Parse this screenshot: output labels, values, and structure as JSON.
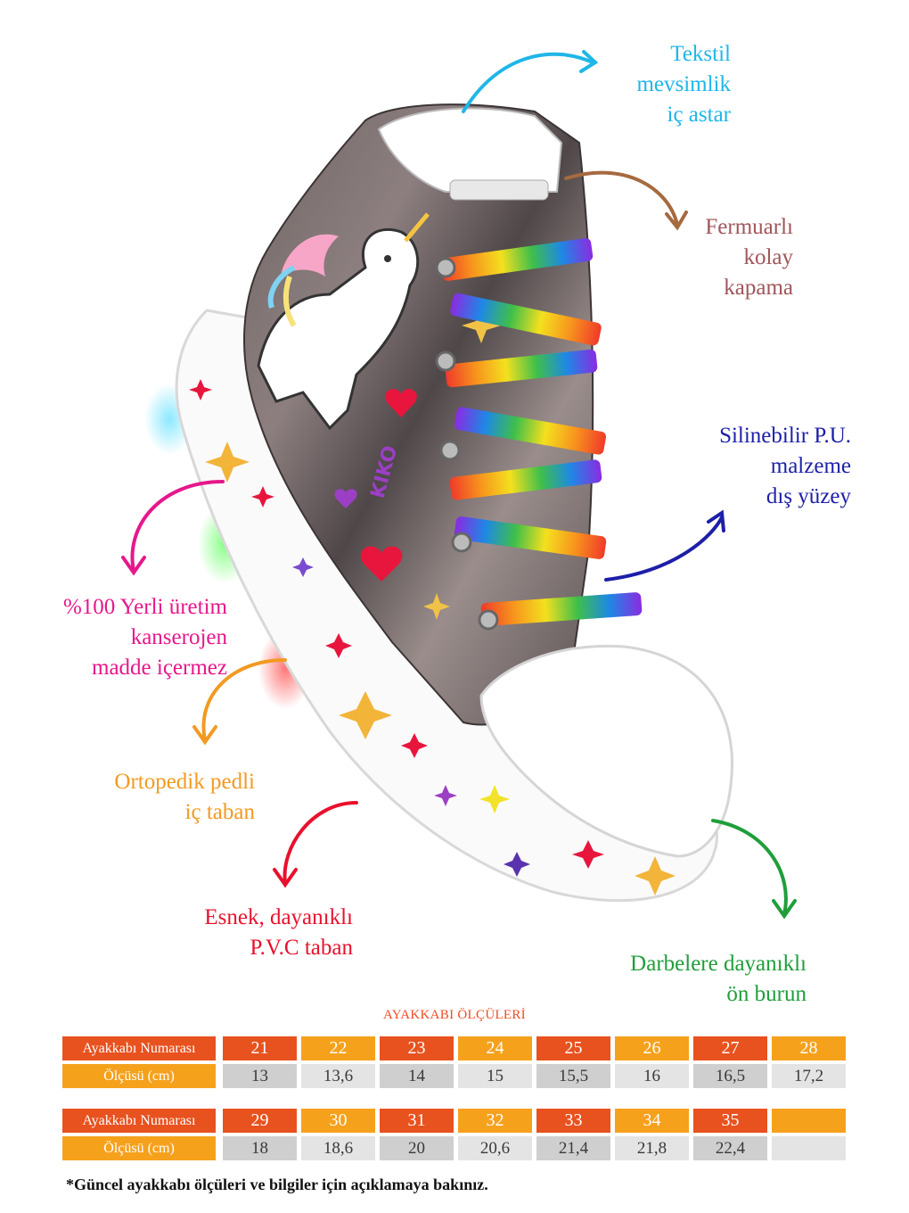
{
  "callouts": {
    "lining": {
      "lines": [
        "Tekstil",
        "mevsimlik",
        "iç astar"
      ],
      "color": "#1fb6e8"
    },
    "zipper": {
      "lines": [
        "Fermuarlı",
        "kolay",
        "kapama"
      ],
      "color": "#a0555a"
    },
    "surface": {
      "lines": [
        "Silinebilir P.U.",
        "malzeme",
        "dış yüzey"
      ],
      "color": "#1d1fa8"
    },
    "local": {
      "lines": [
        "%100 Yerli üretim",
        "kanserojen",
        "madde içermez"
      ],
      "color": "#e6178c"
    },
    "insole": {
      "lines": [
        "Ortopedik pedli",
        "iç taban"
      ],
      "color": "#f29a22"
    },
    "sole": {
      "lines": [
        "Esnek, dayanıklı",
        "P.V.C taban"
      ],
      "color": "#e8112d"
    },
    "toe": {
      "lines": [
        "Darbelere dayanıklı",
        "ön burun"
      ],
      "color": "#1f9e3a"
    }
  },
  "shoe": {
    "brand": "KIKO"
  },
  "size_chart": {
    "title": "AYAKKABI ÖLÇÜLERİ",
    "size_label": "Ayakkabı Numarası",
    "length_label": "Ölçüsü (cm)",
    "tables": [
      {
        "sizes": [
          "21",
          "22",
          "23",
          "24",
          "25",
          "26",
          "27",
          "28"
        ],
        "lengths": [
          "13",
          "13,6",
          "14",
          "15",
          "15,5",
          "16",
          "16,5",
          "17,2"
        ]
      },
      {
        "sizes": [
          "29",
          "30",
          "31",
          "32",
          "33",
          "34",
          "35",
          ""
        ],
        "lengths": [
          "18",
          "18,6",
          "20",
          "20,6",
          "21,4",
          "21,8",
          "22,4",
          ""
        ]
      }
    ],
    "colors": {
      "dark": "#e8521f",
      "light": "#f6a11c",
      "gray_light": "#e4e4e4",
      "gray_dark": "#cfcfcf"
    }
  },
  "footnote": "*Güncel ayakkabı ölçüleri ve bilgiler için açıklamaya bakınız."
}
